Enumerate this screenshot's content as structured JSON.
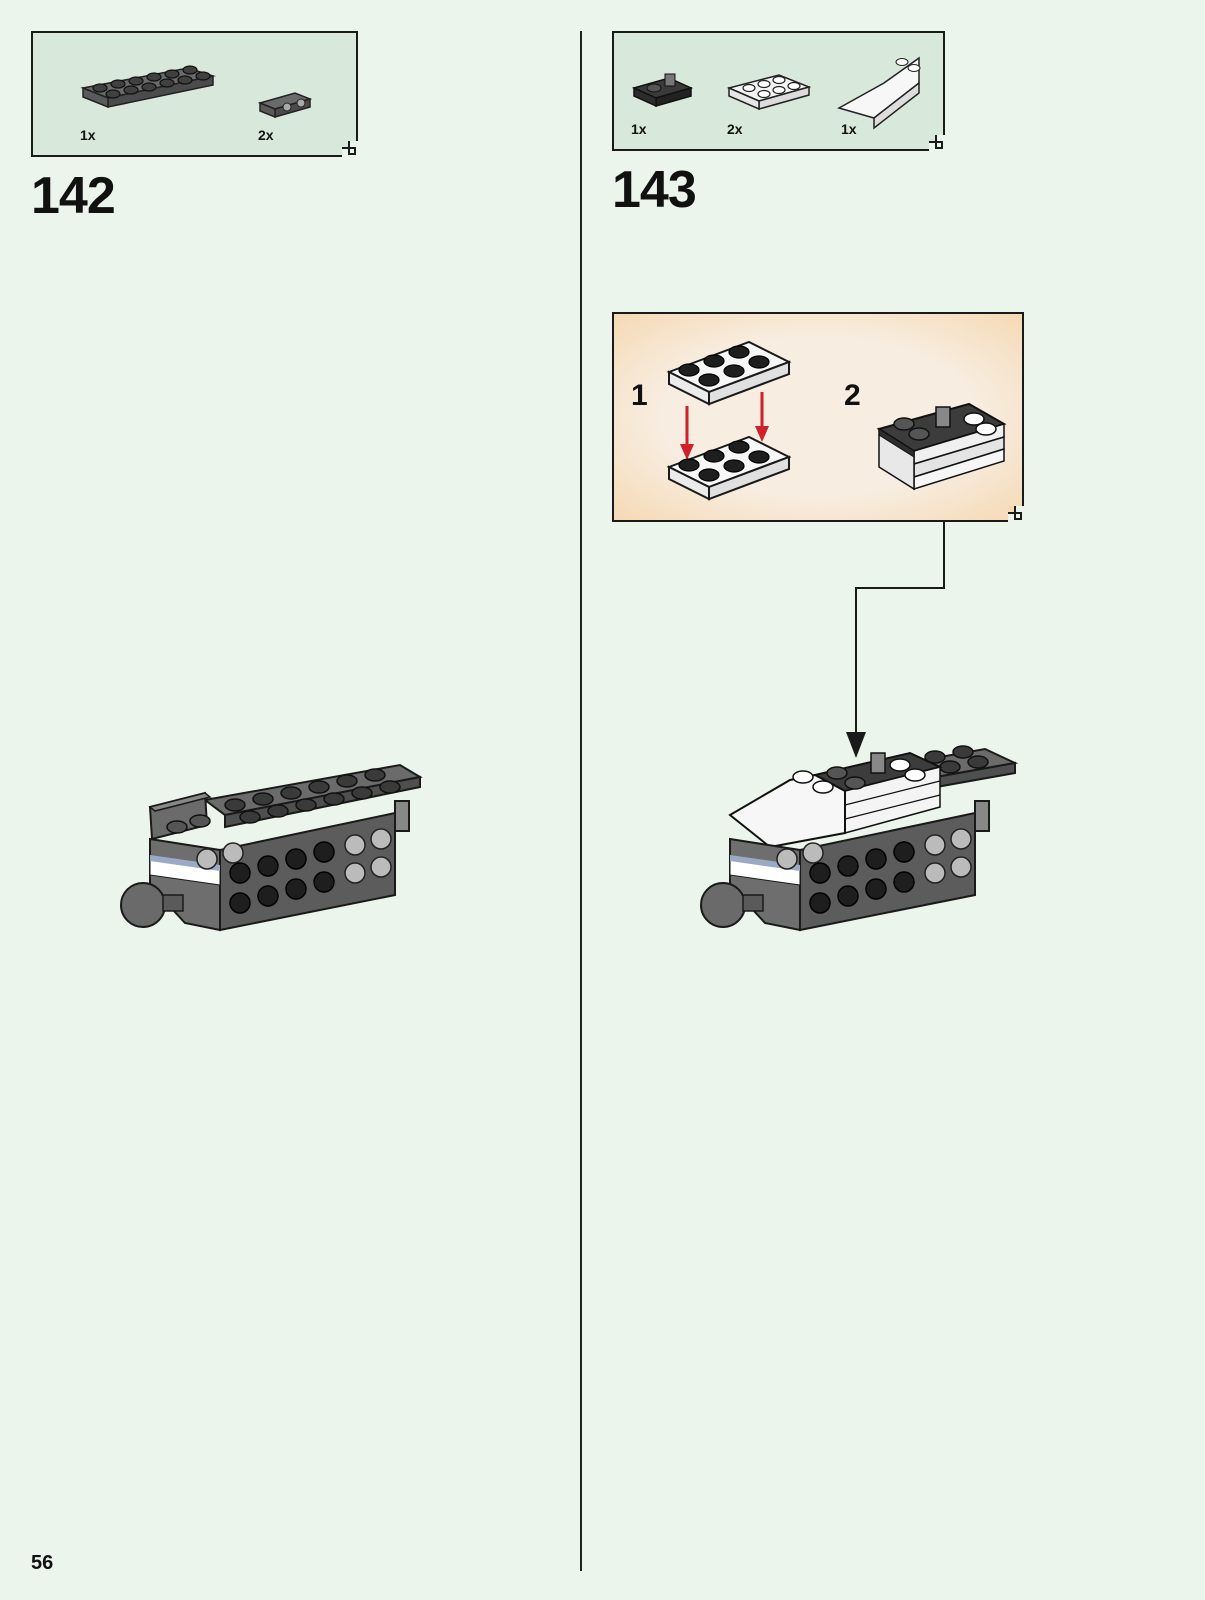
{
  "page": {
    "number": "56"
  },
  "steps": [
    {
      "number": "142",
      "parts": [
        {
          "qty": "1x",
          "icon": "dark-gray-plate-2x6-icon",
          "color": "#6b6b6b"
        },
        {
          "qty": "2x",
          "icon": "dark-gray-bracket-icon",
          "color": "#6b6b6b"
        }
      ]
    },
    {
      "number": "143",
      "parts": [
        {
          "qty": "1x",
          "icon": "black-tile-plate-icon",
          "color": "#3a3a3a"
        },
        {
          "qty": "2x",
          "icon": "white-plate-2x3-icon",
          "color": "#f4f4f4"
        },
        {
          "qty": "1x",
          "icon": "white-slope-icon",
          "color": "#f4f4f4"
        }
      ],
      "sub_steps": [
        {
          "number": "1"
        },
        {
          "number": "2"
        }
      ]
    }
  ],
  "colors": {
    "page_bg": "#ebf5ec",
    "parts_bg": "#d8e8db",
    "callout_bg": "#f6d9b4",
    "arrow_red": "#d0202a"
  }
}
